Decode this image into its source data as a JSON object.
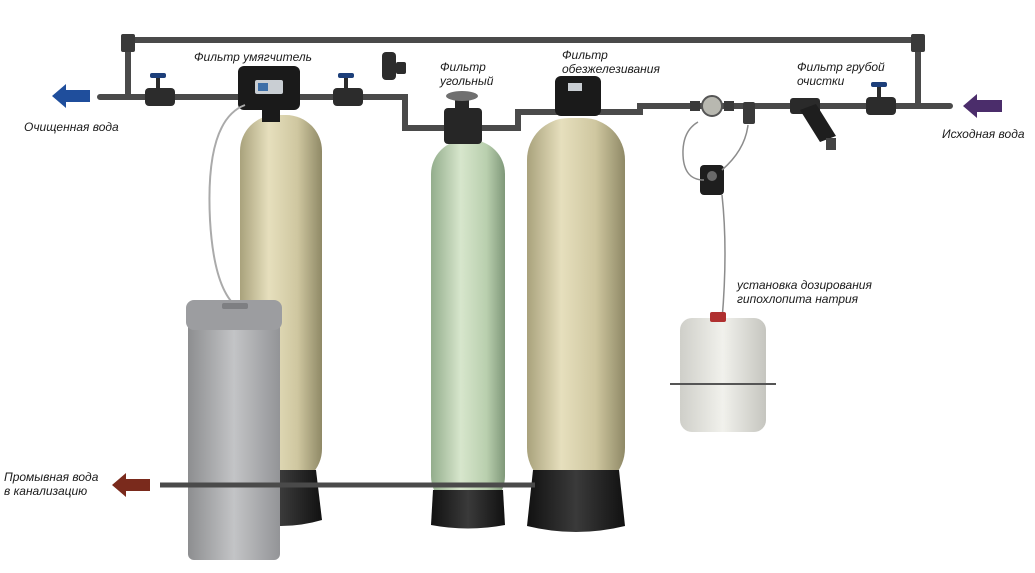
{
  "labels": {
    "softener": "Фильтр умягчитель",
    "carbon_line1": "Фильтр",
    "carbon_line2": "угольный",
    "iron_line1": "Фильтр",
    "iron_line2": "обезжелезивания",
    "coarse_line1": "Фильтр грубой",
    "coarse_line2": "очистки",
    "purified_water": "Очищенная вода",
    "source_water": "Исходная вода",
    "dosing_line1": "установка дозирования",
    "dosing_line2": "гипохлопита натрия",
    "wash_line1": "Промывная вода",
    "wash_line2": "в канализацию"
  },
  "colors": {
    "purified_arrow": "#1f4e9c",
    "source_arrow": "#4b2d6b",
    "wash_arrow": "#7a2a1c",
    "softener_tank": "#cfc7a0",
    "iron_tank": "#d4ccaa",
    "carbon_tank": "#b9cfae",
    "pipe": "#4a4a4a",
    "brine_tank": "#a8a9ab",
    "tank_base": "#1b1b1b"
  }
}
